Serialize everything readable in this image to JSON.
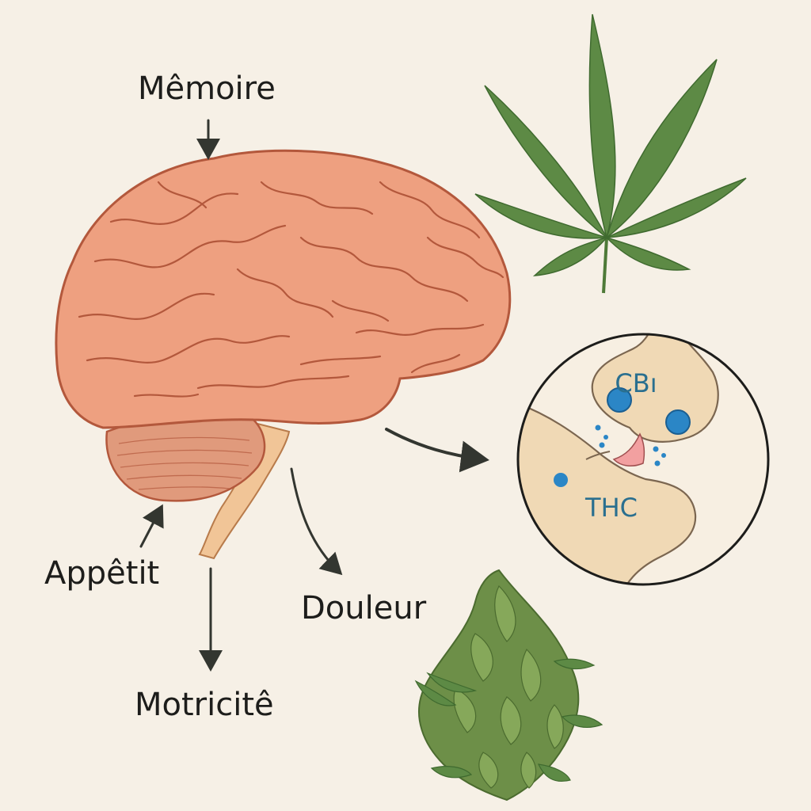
{
  "labels": {
    "memoire": "Mêmoire",
    "appetit": "Appêtit",
    "douleur": "Douleur",
    "motricite": "Motricitê",
    "cb1": "CBı",
    "thc": "THC"
  },
  "icons": {
    "brain": "brain-illustration",
    "leaf": "cannabis-leaf-icon",
    "bud": "cannabis-bud-icon",
    "synapse": "synapse-inset"
  },
  "colors": {
    "background": "#f6f0e6",
    "brain_fill": "#eea080",
    "brain_stroke": "#b3583c",
    "cerebellum": "#e09a7c",
    "brainstem": "#f1c597",
    "leaf": "#5d8a45",
    "bud": "#6d8f48",
    "neuron": "#f0d9b5",
    "receptor": "#2b86c6",
    "arrow": "#333630"
  }
}
